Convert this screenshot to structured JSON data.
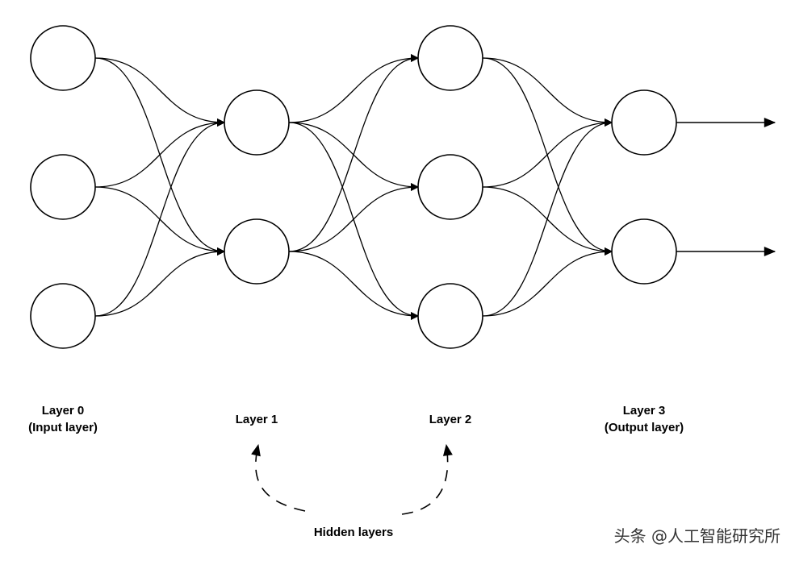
{
  "layers": [
    {
      "id": "layer0",
      "title": "Layer 0",
      "subtitle": "(Input layer)",
      "nodes": 3
    },
    {
      "id": "layer1",
      "title": "Layer 1",
      "subtitle": "",
      "nodes": 2
    },
    {
      "id": "layer2",
      "title": "Layer 2",
      "subtitle": "",
      "nodes": 3
    },
    {
      "id": "layer3",
      "title": "Layer 3",
      "subtitle": "(Output layer)",
      "nodes": 2
    }
  ],
  "connectivity": "fully-connected",
  "outputs": 2,
  "hidden_label": "Hidden layers",
  "watermark": "头条 @人工智能研究所",
  "colors": {
    "stroke": "#000000",
    "fill": "#ffffff",
    "text": "#000000"
  }
}
